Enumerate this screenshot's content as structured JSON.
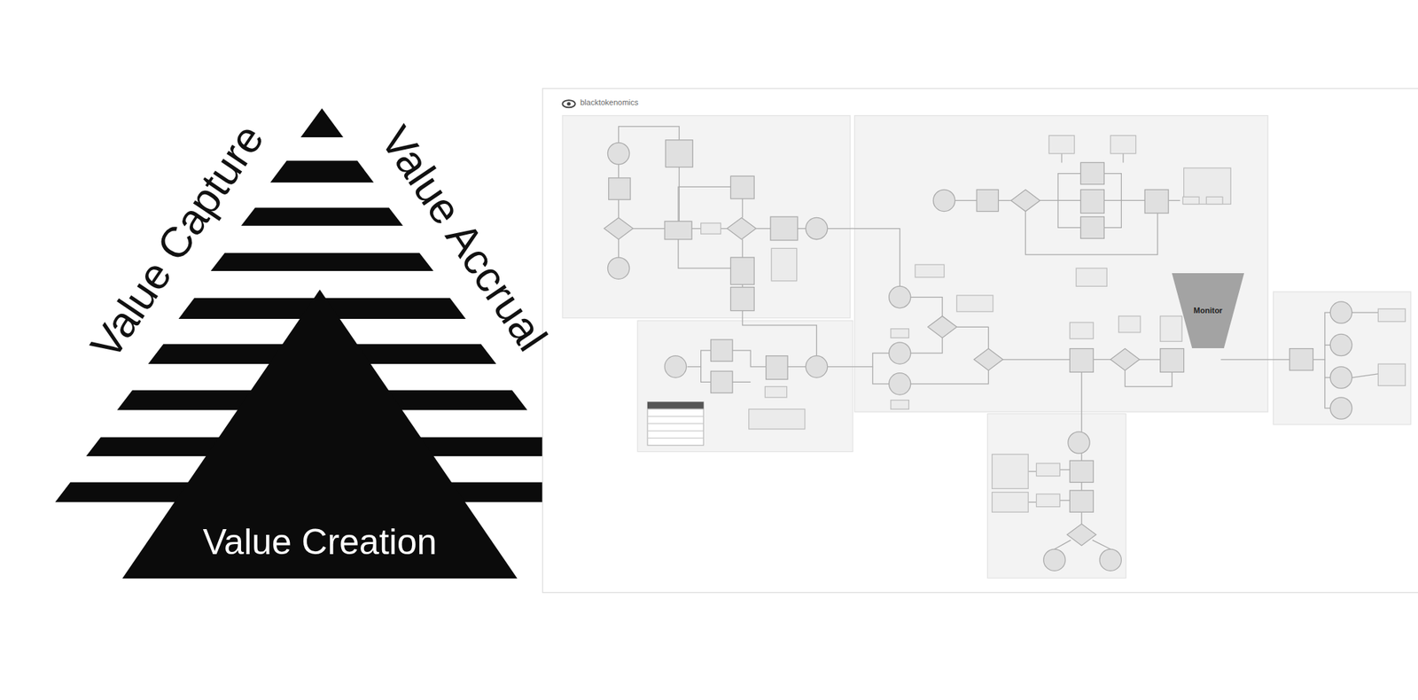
{
  "diagram": {
    "nodes": [
      {
        "text": [
          "Value Creation"
        ]
      },
      {
        "text": [
          "Monitor"
        ]
      }
    ],
    "labels": [
      "Value Capture",
      "Value Accrual",
      "blacktokenomics"
    ]
  }
}
